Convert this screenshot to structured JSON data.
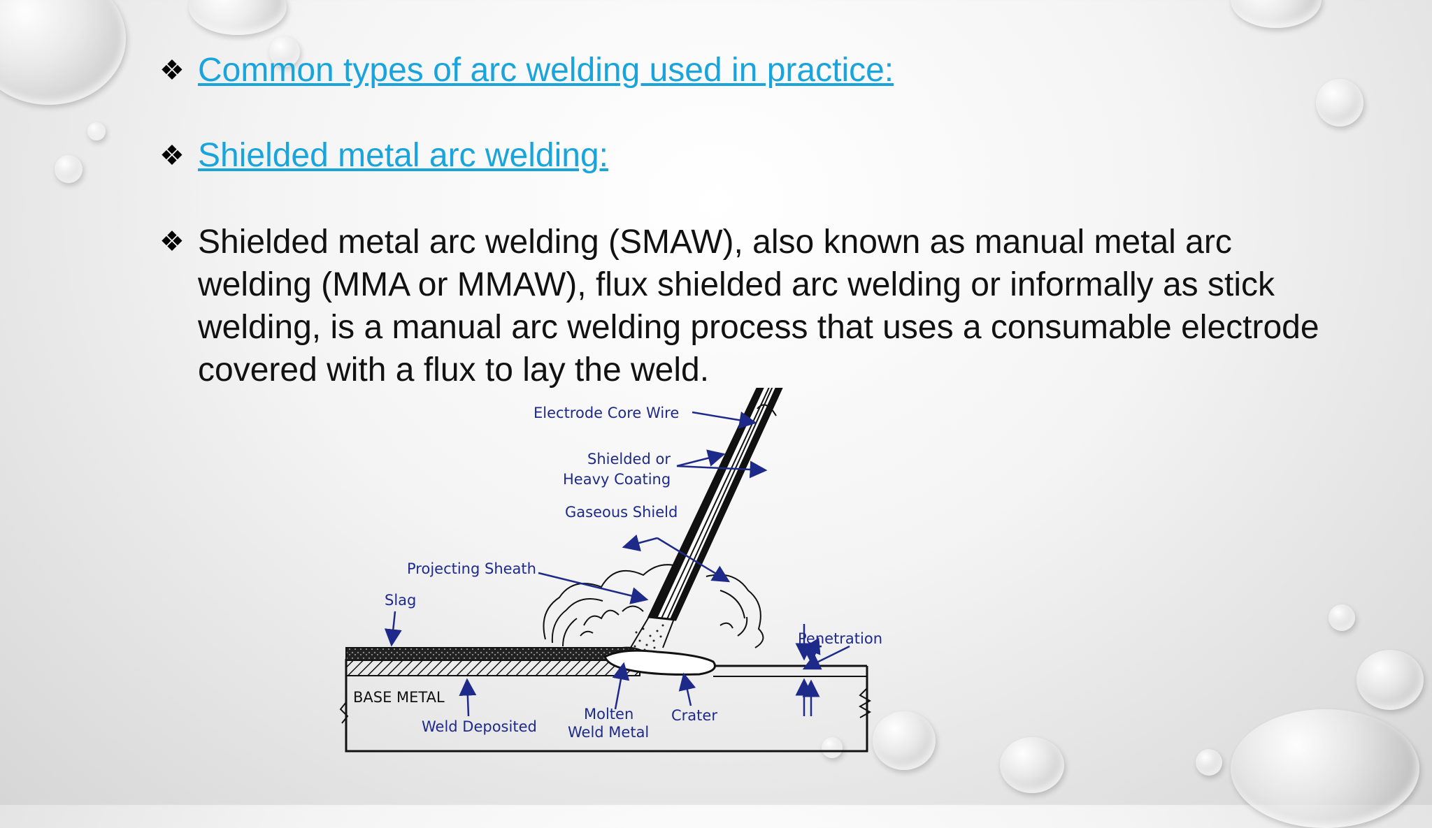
{
  "slide": {
    "heading1": "Common types of arc welding used in practice:",
    "heading2": "Shielded metal arc welding:",
    "paragraph": "Shielded metal arc welding (SMAW), also known as manual metal arc welding (MMA or MMAW), flux shielded arc welding or informally as stick welding, is a manual arc welding process that uses a consumable electrode covered with a flux to lay the weld.",
    "bullet_symbol": "❖"
  },
  "diagram": {
    "labels": {
      "electrode_core_wire": "Electrode Core Wire",
      "shielded_or": "Shielded or",
      "heavy_coating": "Heavy Coating",
      "gaseous_shield": "Gaseous Shield",
      "projecting_sheath": "Projecting Sheath",
      "slag": "Slag",
      "penetration": "Penetration",
      "base_metal": "BASE METAL",
      "weld_deposited": "Weld Deposited",
      "molten": "Molten",
      "weld_metal": "Weld Metal",
      "crater": "Crater"
    }
  },
  "colors": {
    "link": "#1aa4dc",
    "label": "#1d2a8a"
  }
}
